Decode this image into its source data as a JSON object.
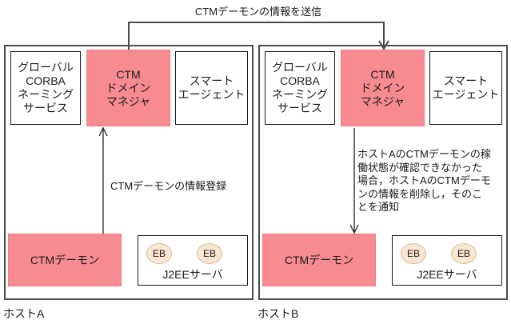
{
  "title": "CTMデーモンの情報を送信",
  "colors": {
    "box_pink": "#f78b91",
    "box_pink_border": "#ee7c83",
    "eb_fill": "#fae6d1",
    "eb_border": "#d9ba97",
    "outer_border": "#4b4b4b",
    "inner_border": "#1a1a1a",
    "text": "#1a1a1a",
    "background": "#ffffff"
  },
  "annotations": {
    "register": "CTMデーモンの情報登録",
    "delete_notice": "ホストAのCTMデーモンの稼\n働状態が確認できなかった\n場合，ホストAのCTMデーモ\nンの情報を削除し，そのこ\nとを通知"
  },
  "host_a": {
    "label": "ホストA",
    "naming_service": "グローバル\nCORBA\nネーミング\nサービス",
    "domain_manager": "CTM\nドメイン\nマネジャ",
    "smart_agent": "スマート\nエージェント",
    "ctm_daemon": "CTMデーモン",
    "j2ee_server": "J2EEサーバ",
    "eb_labels": [
      "EB",
      "EB"
    ]
  },
  "host_b": {
    "label": "ホストB",
    "naming_service": "グローバル\nCORBA\nネーミング\nサービス",
    "domain_manager": "CTM\nドメイン\nマネジャ",
    "smart_agent": "スマート\nエージェント",
    "ctm_daemon": "CTMデーモン",
    "j2ee_server": "J2EEサーバ",
    "eb_labels": [
      "EB",
      "EB"
    ]
  }
}
